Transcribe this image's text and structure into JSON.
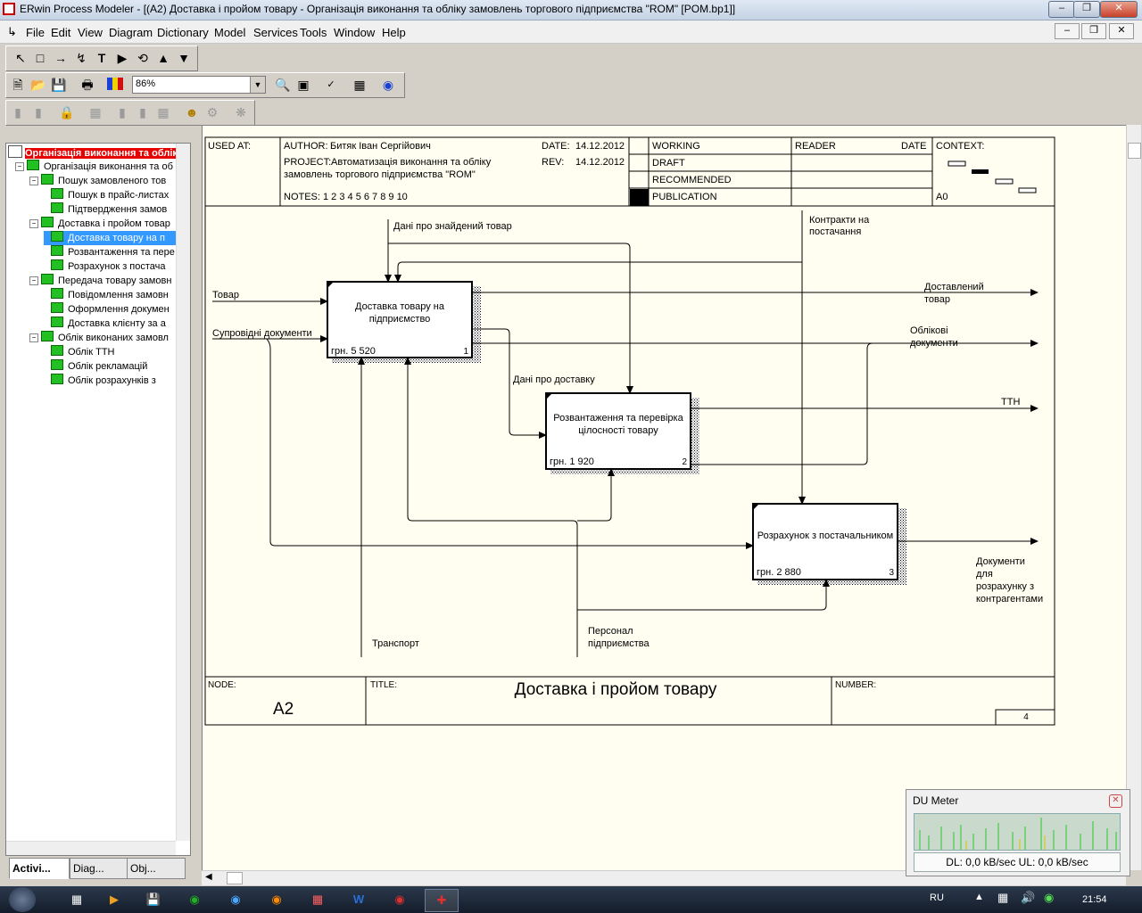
{
  "window": {
    "title": "ERwin Process Modeler - [(A2) Доставка і  пройом товару  - Організація виконання та обліку замовлень торгового підприємства \"ROM\"  [POM.bp1]]",
    "app_icon": "erwin-app-icon"
  },
  "menu": [
    "File",
    "Edit",
    "View",
    "Diagram",
    "Dictionary",
    "Model",
    "Services",
    "Tools",
    "Window",
    "Help"
  ],
  "toolbar": {
    "zoom_value": "86%",
    "tools": [
      "pointer",
      "box",
      "arrow",
      "squiggle",
      "text",
      "play",
      "undo-arrow",
      "up-triangle",
      "down-triangle"
    ]
  },
  "tree": {
    "root": "Організація виконання та облік",
    "items": [
      {
        "label": "Організація виконання та об",
        "level": 1
      },
      {
        "label": "Пошук  замовленого  тов",
        "level": 2
      },
      {
        "label": "Пошук в прайс-листах",
        "level": 3
      },
      {
        "label": "Підтвердження замов",
        "level": 3
      },
      {
        "label": "Доставка і  пройом товар",
        "level": 2
      },
      {
        "label": "Доставка товару на  п",
        "level": 3,
        "selected": true
      },
      {
        "label": "Розвантаження та пере",
        "level": 3
      },
      {
        "label": "Розрахунок з постача",
        "level": 3
      },
      {
        "label": "Передача товару  замовн",
        "level": 2
      },
      {
        "label": "Повідомлення замовн",
        "level": 3
      },
      {
        "label": "Оформлення докумен",
        "level": 3
      },
      {
        "label": "Доставка клієнту за а",
        "level": 3
      },
      {
        "label": "Облік виконаних замовл",
        "level": 2
      },
      {
        "label": "Облік ТТН",
        "level": 3
      },
      {
        "label": "Облік рекламацій",
        "level": 3
      },
      {
        "label": "Облік розрахунків  з",
        "level": 3
      }
    ],
    "tabs": [
      "Activi...",
      "Diag...",
      "Obj..."
    ]
  },
  "header": {
    "used_at": "USED AT:",
    "author_label": "AUTHOR:",
    "author": "Битяк Іван Сергійович",
    "project_label": "PROJECT:",
    "project_line1": "Автоматизація виконання та обліку",
    "project_line2": "замовлень торгового підприємства \"ROM\"",
    "date_label": "DATE:",
    "date": "14.12.2012",
    "rev_label": "REV:",
    "rev": "14.12.2012",
    "notes_label": "NOTES:",
    "notes": "1  2  3  4  5  6  7  8  9  10",
    "working": "WORKING",
    "draft": "DRAFT",
    "recommended": "RECOMMENDED",
    "publication": "PUBLICATION",
    "reader": "READER",
    "reader_date": "DATE",
    "context": "CONTEXT:",
    "context_node": "A0"
  },
  "boxes": [
    {
      "title_line1": "Доставка товару на",
      "title_line2": "підприємство",
      "cost": "грн. 5 520",
      "num": "1"
    },
    {
      "title_line1": "Розвантаження та перевірка",
      "title_line2": "цілосності товару",
      "cost": "грн. 1 920",
      "num": "2"
    },
    {
      "title_line1": "Розрахунок з постачальником",
      "title_line2": "",
      "cost": "грн. 2 880",
      "num": "3"
    }
  ],
  "arrows": {
    "found_goods": "Дані про знайдений товар",
    "contracts_1": "Контракти на",
    "contracts_2": "постачання",
    "goods": "Товар",
    "accompany": "Супровідні документи",
    "delivered_1": "Доставлений",
    "delivered_2": "товар",
    "accounting_1": "Облікові",
    "accounting_2": "документи",
    "delivery_data": "Дані про доставку",
    "ttn": "ТТН",
    "docs_1": "Документи",
    "docs_2": "для",
    "docs_3": "розрахунку з",
    "docs_4": "контрагентами",
    "transport": "Транспорт",
    "staff_1": "Персонал",
    "staff_2": "підприємства"
  },
  "footer": {
    "node_label": "NODE:",
    "node": "A2",
    "title_label": "TITLE:",
    "title": "Доставка і  пройом товару",
    "number_label": "NUMBER:",
    "page": "4"
  },
  "du_meter": {
    "title": "DU Meter",
    "status": "DL: 0,0 kB/sec  UL: 0,0 kB/sec"
  },
  "taskbar": {
    "lang": "RU",
    "time": "21:54"
  }
}
